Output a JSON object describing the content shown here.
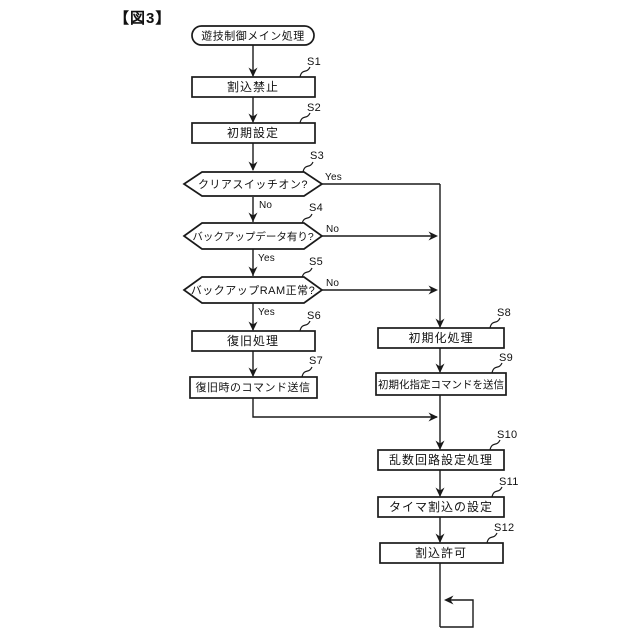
{
  "figure_label": "【図3】",
  "flowchart": {
    "start_label": "遊技制御メイン処理",
    "branch": {
      "yes": "Yes",
      "no": "No"
    },
    "steps": {
      "s1": {
        "id": "S1",
        "label": "割込禁止",
        "type": "process"
      },
      "s2": {
        "id": "S2",
        "label": "初期設定",
        "type": "process"
      },
      "s3": {
        "id": "S3",
        "label": "クリアスイッチオン?",
        "type": "decision",
        "yes_to": "right-column",
        "no_to": "S4"
      },
      "s4": {
        "id": "S4",
        "label": "バックアップデータ有り?",
        "type": "decision",
        "no_to": "right-column",
        "yes_to": "S5"
      },
      "s5": {
        "id": "S5",
        "label": "バックアップRAM正常?",
        "type": "decision",
        "no_to": "right-column",
        "yes_to": "S6"
      },
      "s6": {
        "id": "S6",
        "label": "復旧処理",
        "type": "process"
      },
      "s7": {
        "id": "S7",
        "label": "復旧時のコマンド送信",
        "type": "process"
      },
      "s8": {
        "id": "S8",
        "label": "初期化処理",
        "type": "process"
      },
      "s9": {
        "id": "S9",
        "label": "初期化指定コマンドを送信",
        "type": "process"
      },
      "s10": {
        "id": "S10",
        "label": "乱数回路設定処理",
        "type": "process"
      },
      "s11": {
        "id": "S11",
        "label": "タイマ割込の設定",
        "type": "process"
      },
      "s12": {
        "id": "S12",
        "label": "割込許可",
        "type": "process"
      }
    },
    "colors": {
      "line": "#1a1a1a",
      "background": "#ffffff"
    }
  }
}
